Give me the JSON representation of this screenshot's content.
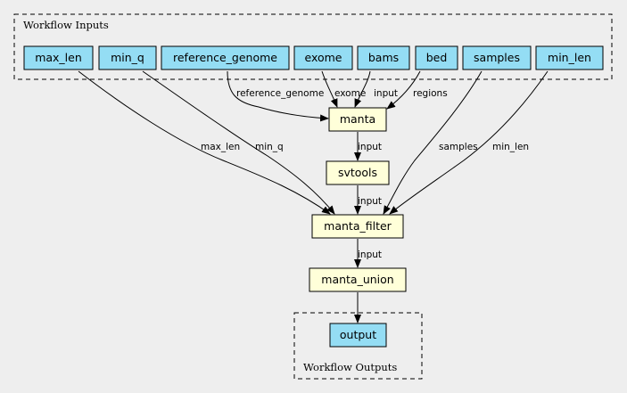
{
  "clusters": {
    "inputs_title": "Workflow Inputs",
    "outputs_title": "Workflow Outputs"
  },
  "colors": {
    "background": "#eeeeee",
    "io_node_fill": "#94ddf4",
    "step_node_fill": "#ffffd9",
    "stroke": "#000000"
  },
  "inputs": {
    "max_len": "max_len",
    "min_q": "min_q",
    "reference_genome": "reference_genome",
    "exome": "exome",
    "bams": "bams",
    "bed": "bed",
    "samples": "samples",
    "min_len": "min_len"
  },
  "steps": {
    "manta": "manta",
    "svtools": "svtools",
    "manta_filter": "manta_filter",
    "manta_union": "manta_union"
  },
  "outputs": {
    "output": "output"
  },
  "edges": {
    "reference_genome": "reference_genome",
    "exome": "exome",
    "bams": "input",
    "bed": "regions",
    "manta_svtools": "input",
    "max_len": "max_len",
    "min_q": "min_q",
    "samples": "samples",
    "min_len": "min_len",
    "svtools_filter": "input",
    "filter_union": "input"
  }
}
